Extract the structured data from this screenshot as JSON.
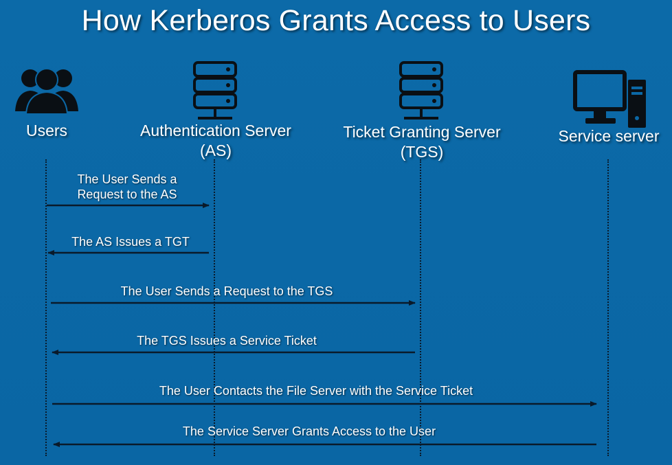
{
  "title": "How Kerberos Grants Access to Users",
  "actors": {
    "users": {
      "label": "Users",
      "icon": "users-icon"
    },
    "as": {
      "label_line1": "Authentication Server",
      "label_line2": "(AS)",
      "icon": "server-icon"
    },
    "tgs": {
      "label_line1": "Ticket Granting Server",
      "label_line2": "(TGS)",
      "icon": "server-icon"
    },
    "service": {
      "label": "Service server",
      "icon": "desktop-computer-icon"
    }
  },
  "messages": [
    {
      "line1": "The User Sends a",
      "line2": "Request to the AS"
    },
    {
      "text": "The AS Issues a TGT"
    },
    {
      "text": "The User Sends a Request to the TGS"
    },
    {
      "text": "The TGS Issues a Service Ticket"
    },
    {
      "text": "The User Contacts the File Server with the Service Ticket"
    },
    {
      "text": "The Service Server Grants Access to the User"
    }
  ],
  "colors": {
    "background": "#0b68a6",
    "icon": "#0a0f14",
    "arrow": "#0a1a2a",
    "text": "#ffffff"
  }
}
